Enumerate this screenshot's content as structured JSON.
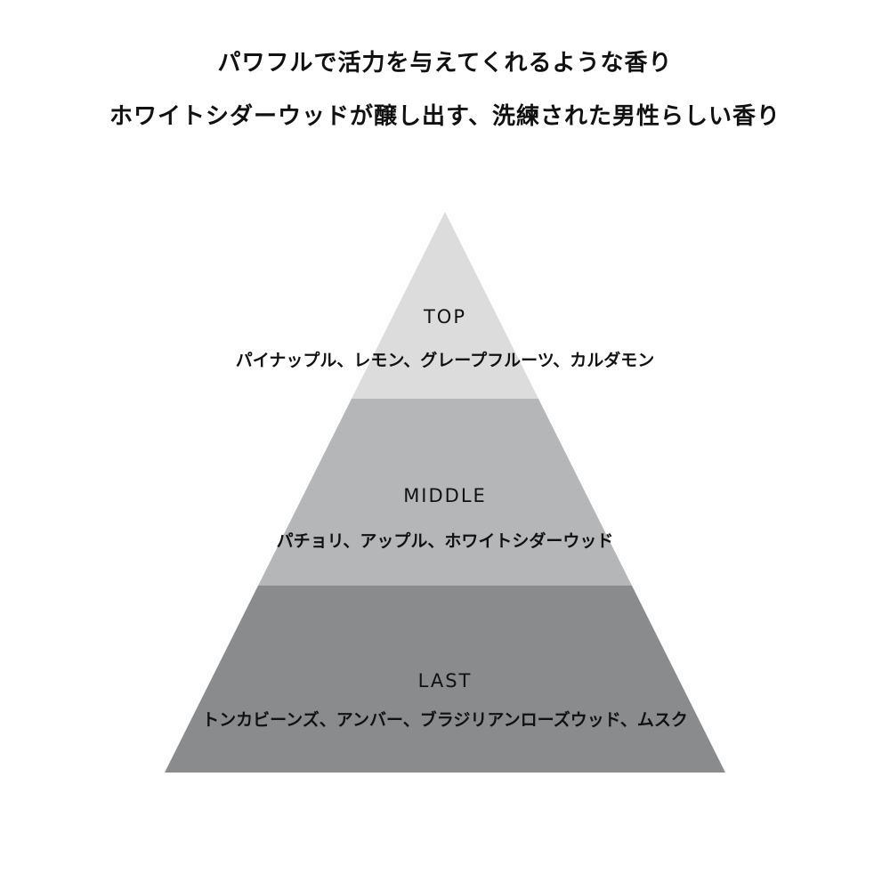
{
  "header": {
    "line1": "パワフルで活力を与えてくれるような香り",
    "line2": "ホワイトシダーウッドが醸し出す、洗練された男性らしい香り"
  },
  "pyramid": {
    "tiers": [
      {
        "label": "TOP",
        "notes": "パイナップル、レモン、グレープフルーツ、カルダモン",
        "color": "#dcdcdd"
      },
      {
        "label": "MIDDLE",
        "notes": "パチョリ、アップル、ホワイトシダーウッド",
        "color": "#b5b6b8"
      },
      {
        "label": "LAST",
        "notes": "トンカビーンズ、アンバー、ブラジリアンローズウッド、ムスク",
        "color": "#8a8b8d"
      }
    ]
  }
}
